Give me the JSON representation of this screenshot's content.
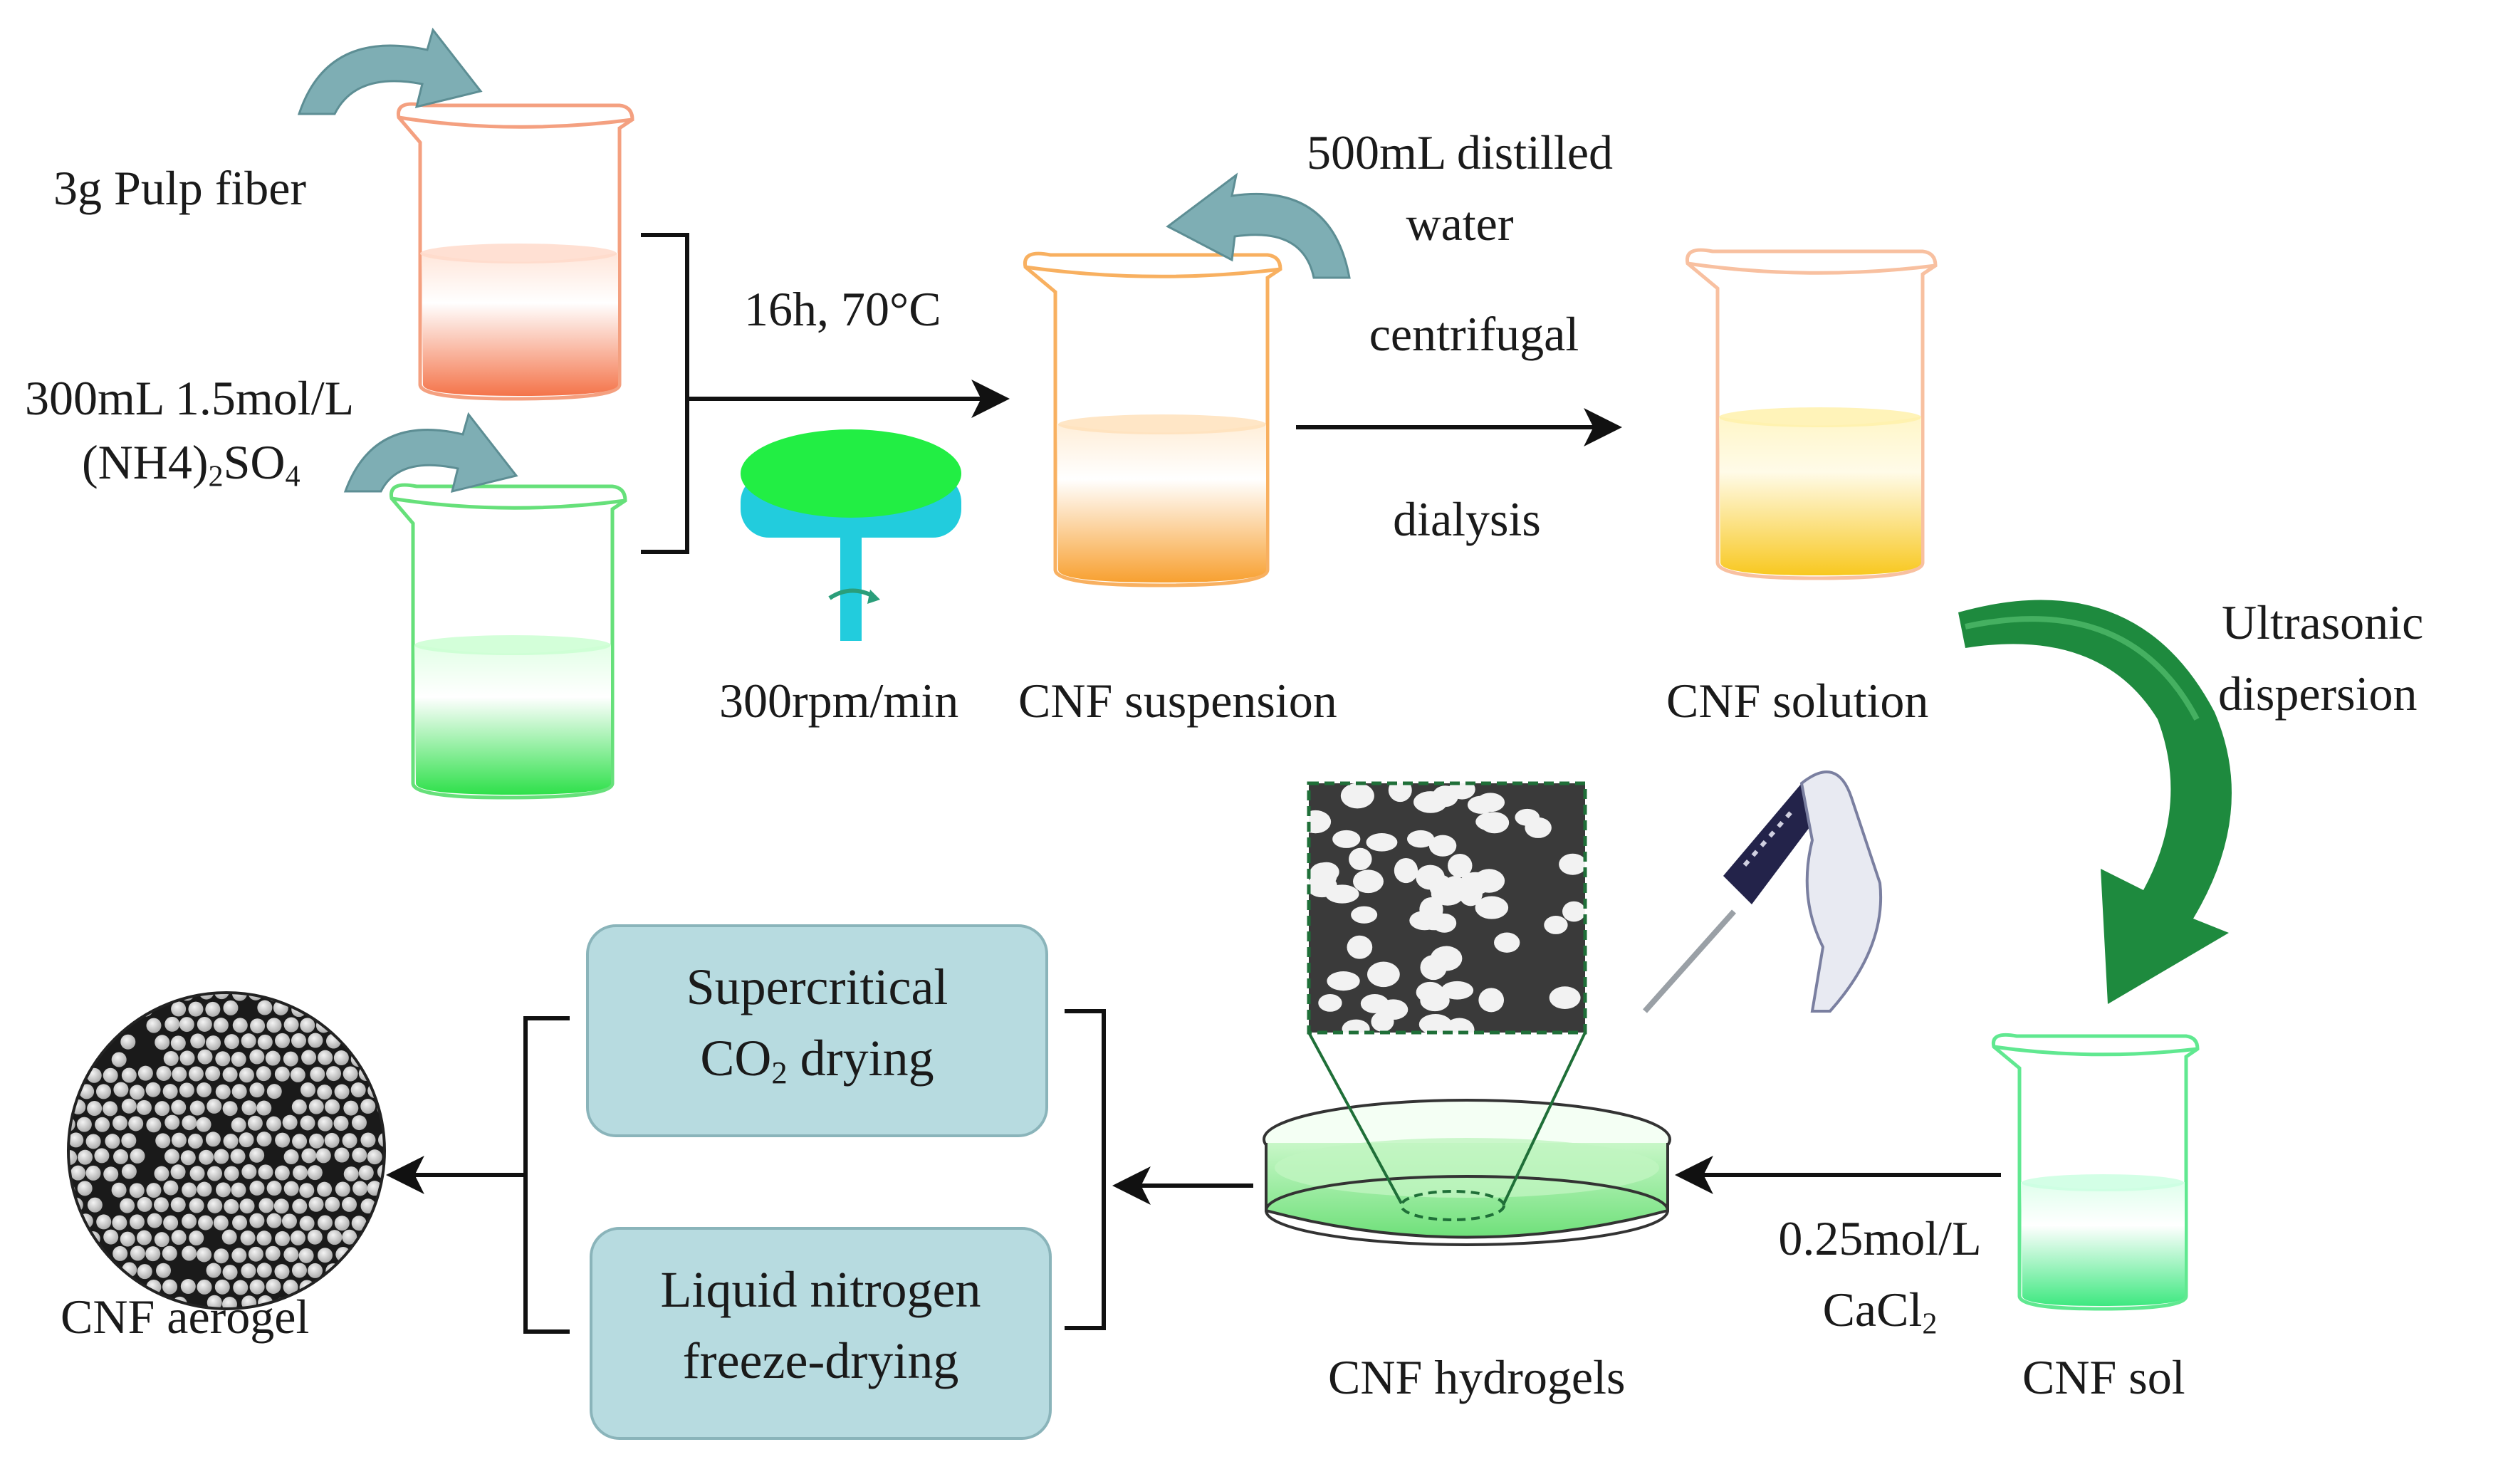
{
  "inputs": {
    "pulp_label": "3g Pulp fiber",
    "reagent_line1": "300mL 1.5mol/L",
    "reagent_line2_pre": "(NH4)",
    "reagent_line2_sub": "2",
    "reagent_line2_mid": "SO",
    "reagent_line2_sub2": "4"
  },
  "reaction": {
    "condition": "16h, 70°C",
    "stir_speed": "300rpm/min"
  },
  "suspension": {
    "label": "CNF suspension",
    "water_line1": "500mL distilled",
    "water_line2": "water",
    "step1": "centrifugal",
    "step2": "dialysis"
  },
  "solution": {
    "label": "CNF solution",
    "ultra_line1": "Ultrasonic",
    "ultra_line2": "dispersion"
  },
  "sol": {
    "label": "CNF sol",
    "cacl_line1": "0.25mol/L",
    "cacl_line2_pre": "CaCl",
    "cacl_line2_sub": "2"
  },
  "hydrogels": {
    "label": "CNF hydrogels"
  },
  "drying": {
    "box1_line1": "Supercritical",
    "box1_line2_pre": "CO",
    "box1_line2_sub": "2",
    "box1_line2_post": " drying",
    "box2_line1": "Liquid nitrogen",
    "box2_line2": "freeze-drying"
  },
  "aerogel": {
    "label": "CNF aerogel"
  },
  "colors": {
    "orange_beaker": "#f4744a",
    "green_beaker": "#33e050",
    "amber_beaker": "#f8a030",
    "yellow_beaker": "#f8c820",
    "mint_beaker": "#44e880",
    "curved_arrow": "#7eaeb4",
    "big_arrow": "#1e8a3e",
    "box_fill": "#b7dbe0",
    "stirrer_top": "#22ee44",
    "stirrer_stem": "#22ccdd"
  }
}
